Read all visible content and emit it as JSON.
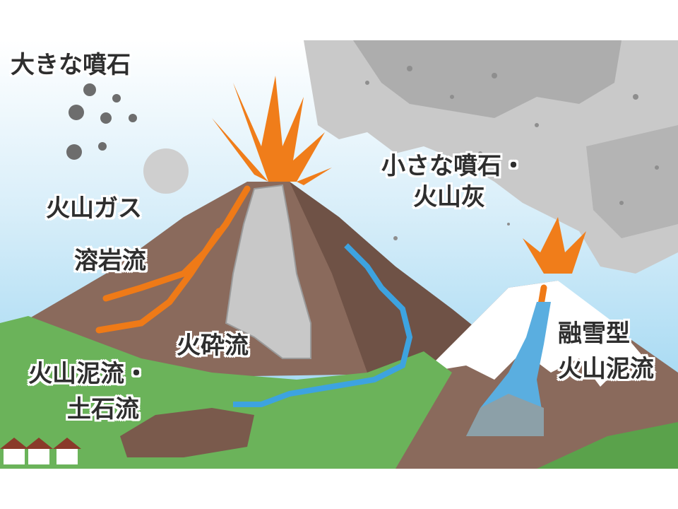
{
  "labels": {
    "large_bombs": "大きな噴石",
    "volcanic_gas": "火山ガス",
    "lava_flow": "溶岩流",
    "pyroclastic_flow": "火砕流",
    "lahar_line1": "火山泥流・",
    "lahar_line2": "土石流",
    "small_bombs_line1": "小さな噴石・",
    "small_bombs_line2": "火山灰",
    "snowmelt_lahar_line1": "融雪型",
    "snowmelt_lahar_line2": "火山泥流"
  },
  "colors": {
    "sky": "#bfe4f6",
    "mountain": "#8a6a5c",
    "lava": "#f07d1a",
    "ash": "#b9b9b9",
    "river": "#3da3e0",
    "grass": "#6bb35a",
    "snow": "#ffffff"
  }
}
